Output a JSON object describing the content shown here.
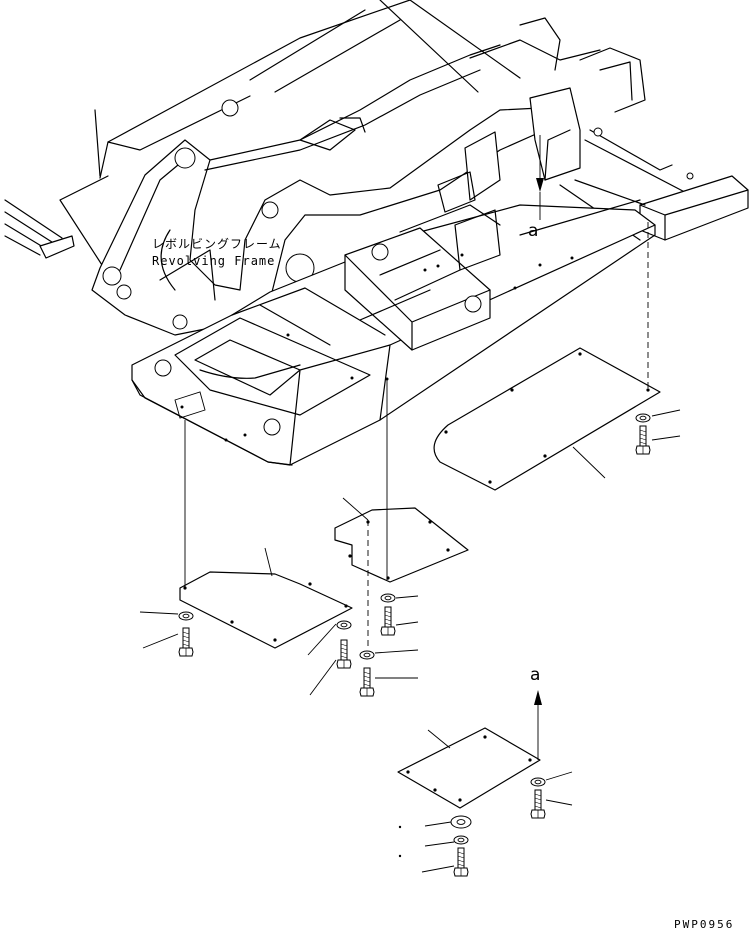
{
  "labels": {
    "frame_jp": "レボルビングフレーム",
    "frame_en": "Revolving Frame",
    "view_mark_upper": "a",
    "view_mark_lower": "a",
    "drawing_code": "PWP0956"
  }
}
